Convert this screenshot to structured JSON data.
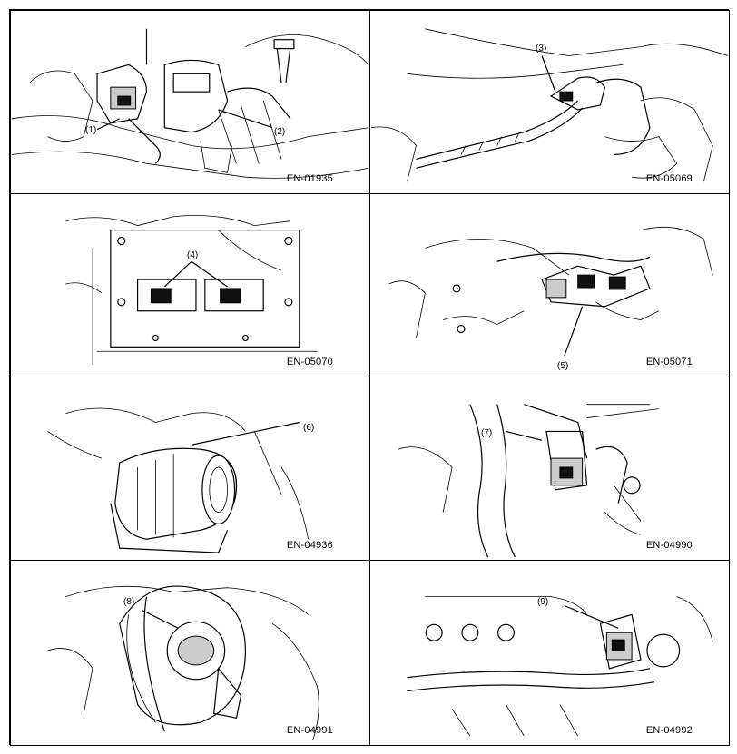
{
  "figures": [
    {
      "code": "EN-01935",
      "callouts": [
        "(1)",
        "(2)"
      ]
    },
    {
      "code": "EN-05069",
      "callouts": [
        "(3)"
      ]
    },
    {
      "code": "EN-05070",
      "callouts": [
        "(4)"
      ]
    },
    {
      "code": "EN-05071",
      "callouts": [
        "(5)"
      ]
    },
    {
      "code": "EN-04936",
      "callouts": [
        "(6)"
      ]
    },
    {
      "code": "EN-04990",
      "callouts": [
        "(7)"
      ]
    },
    {
      "code": "EN-04991",
      "callouts": [
        "(8)"
      ]
    },
    {
      "code": "EN-04992",
      "callouts": [
        "(9)"
      ]
    }
  ]
}
